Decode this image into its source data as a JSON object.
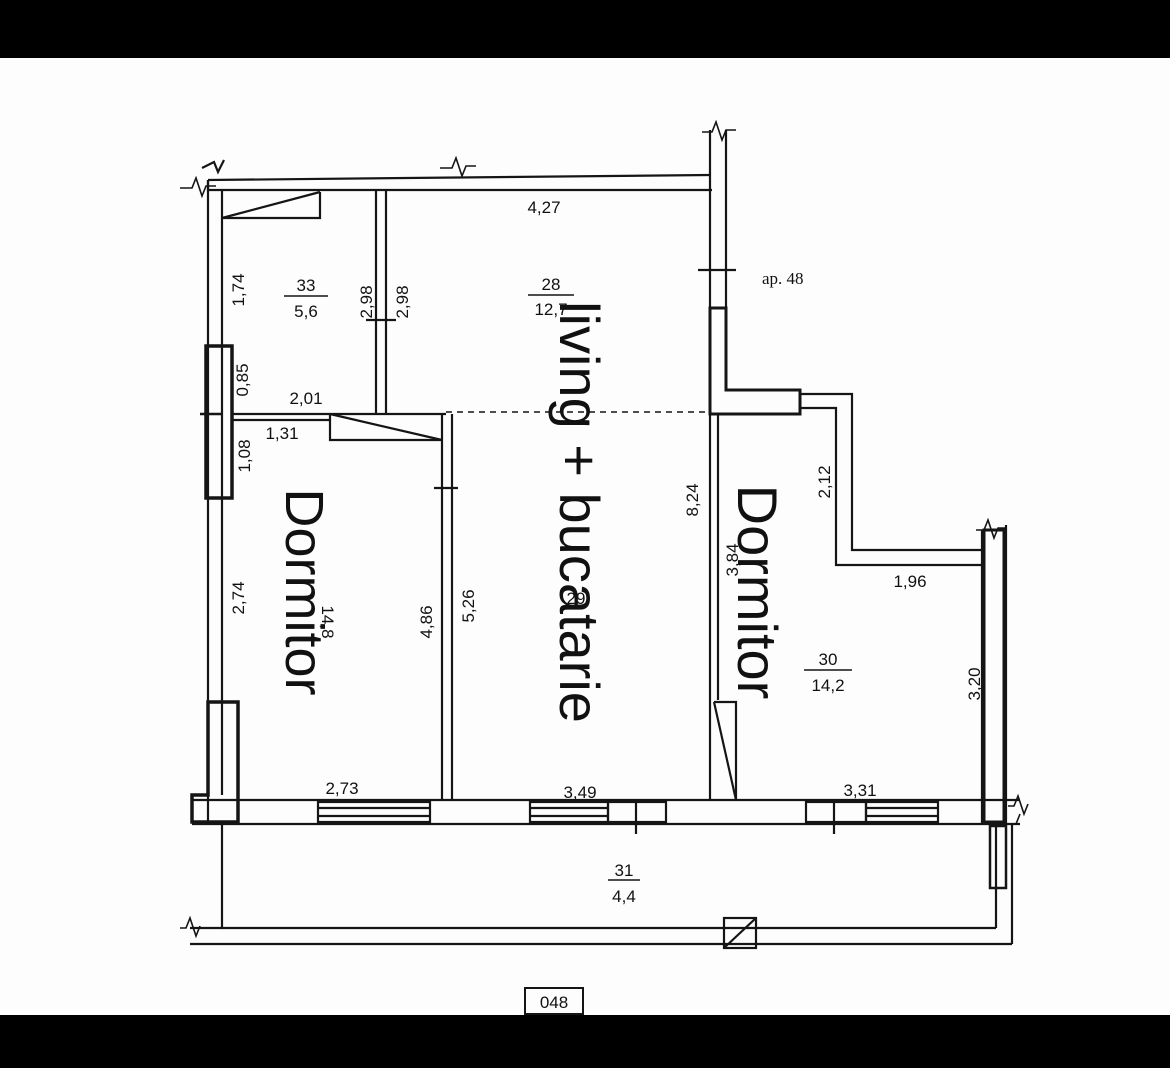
{
  "plan": {
    "apartment_label": "ap. 48",
    "plan_tag": "048",
    "rooms": {
      "bathroom": {
        "number": "33",
        "area": "5,6"
      },
      "living": {
        "number": "28",
        "area": "12,7",
        "number_lower": "29"
      },
      "bedroom_right": {
        "number": "30",
        "area": "14,2"
      },
      "bedroom_left": {
        "area": "14,8"
      },
      "balcony": {
        "number": "31",
        "area": "4,4"
      }
    },
    "labels": {
      "living_kitchen": "living + bucatarie",
      "bedroom_left": "Dormitor",
      "bedroom_right": "Dormitor"
    },
    "dimensions": {
      "top_living_width": "4,27",
      "bath_height": "1,74",
      "bath_partition_left": "2,98",
      "bath_partition_right": "2,98",
      "window_pier": "0,85",
      "hall_width": "2,01",
      "closet_width": "1,31",
      "left_window_h": "1,08",
      "left_lower_h": "2,74",
      "bedroom_left_depth": "4,86",
      "living_depth": "5,26",
      "right_wall_total": "8,24",
      "right_partition": "3,84",
      "right_step_h": "2,12",
      "right_step_w": "1,96",
      "right_lower_h": "3,20",
      "bedroom_left_width": "2,73",
      "living_width": "3,49",
      "bedroom_right_width": "3,31"
    },
    "colors": {
      "background": "#fdfdfd",
      "line": "#151515",
      "frame": "#000000"
    }
  }
}
